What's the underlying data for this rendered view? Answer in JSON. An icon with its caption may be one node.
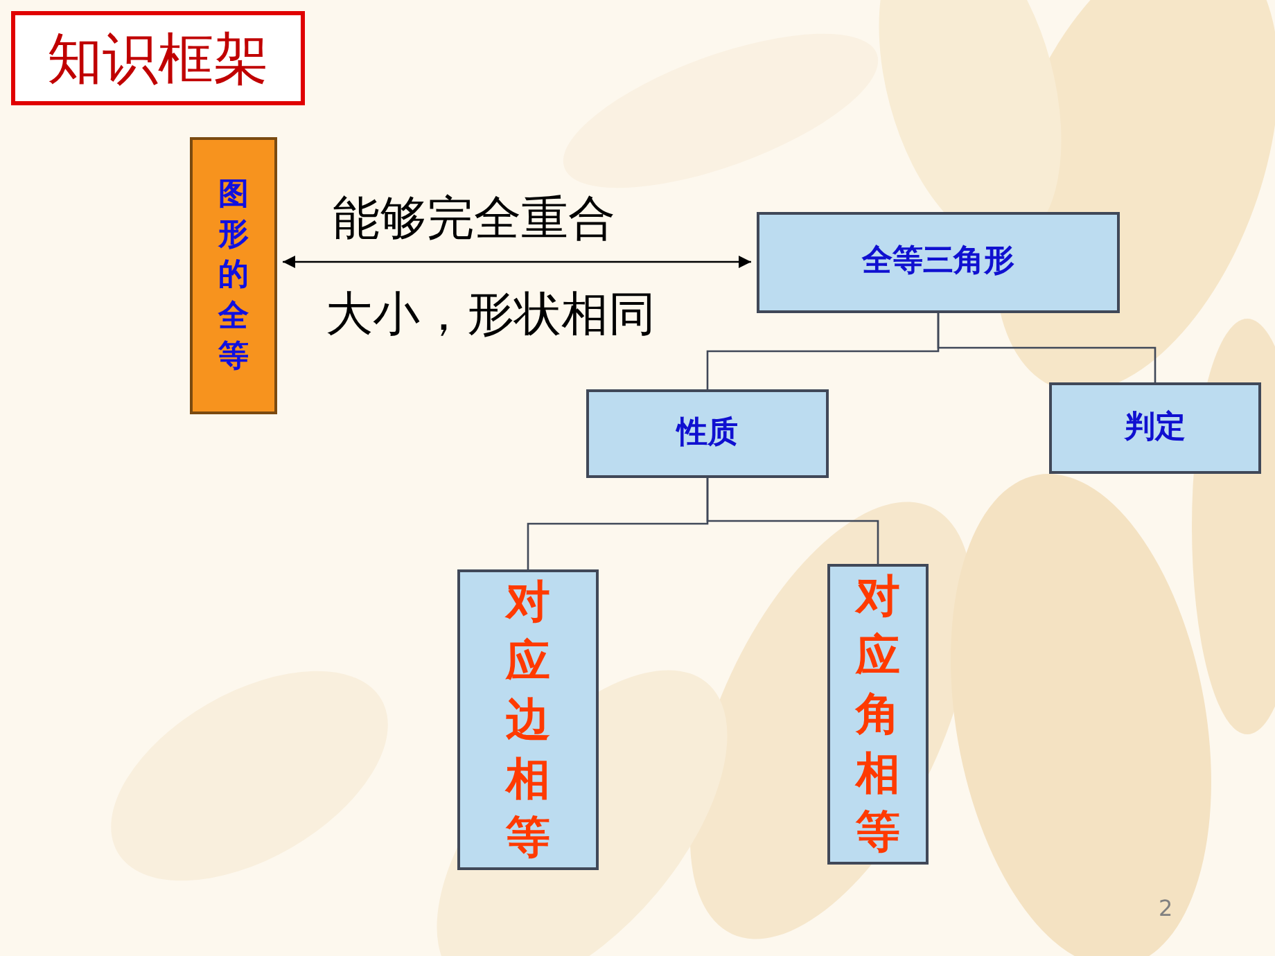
{
  "diagram": {
    "title": "知识框架",
    "nodes": [
      {
        "text": [
          "图形的全等"
        ]
      },
      {
        "text": [
          "全等三角形"
        ]
      },
      {
        "text": [
          "性质"
        ]
      },
      {
        "text": [
          "判定"
        ]
      },
      {
        "text": [
          "对应边相等"
        ]
      },
      {
        "text": [
          "对应角相等"
        ]
      }
    ],
    "edges": [
      {
        "from": 0,
        "to": 1,
        "arrow": "both",
        "label": "能够完全重合"
      },
      {
        "from": 1,
        "to": 2,
        "arrow": "none"
      },
      {
        "from": 1,
        "to": 3,
        "arrow": "none"
      },
      {
        "from": 2,
        "to": 4,
        "arrow": "none"
      },
      {
        "from": 2,
        "to": 5,
        "arrow": "none"
      }
    ],
    "labels": [
      "大小，形状相同",
      "2"
    ]
  }
}
